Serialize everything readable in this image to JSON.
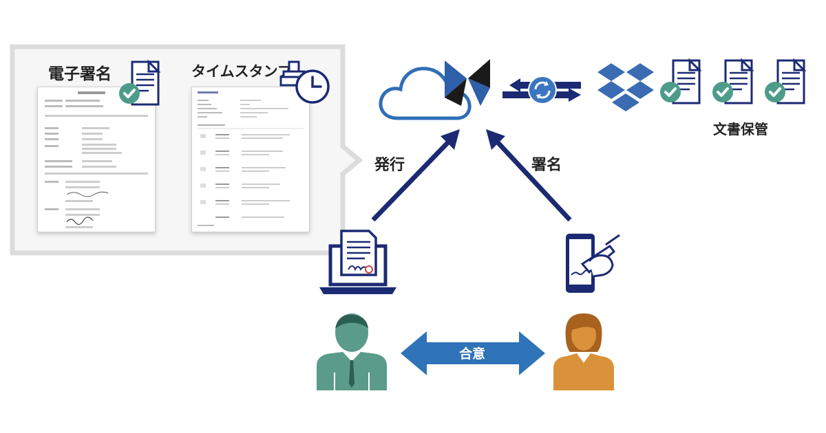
{
  "callout": {
    "esign_title": "電子署名",
    "timestamp_title": "タイムスタンプ"
  },
  "flow": {
    "issue_label": "発行",
    "sign_label": "署名",
    "agree_label": "合意",
    "storage_label": "文書保管"
  },
  "colors": {
    "navy": "#1b2a73",
    "cloud_blue": "#2f6fb5",
    "dropbox_blue": "#3b6bb3",
    "check_green": "#4d9c8a",
    "person_teal": "#5a9b8c",
    "person_orange": "#d9923a",
    "agree_arrow": "#2f73b8"
  },
  "icons": [
    "cloud-icon",
    "hellosign-logo",
    "sync-icon",
    "dropbox-logo",
    "document-check-icon",
    "stamp-clock-icon",
    "laptop-icon",
    "smartphone-sign-icon",
    "businessman-icon",
    "businesswoman-icon"
  ]
}
